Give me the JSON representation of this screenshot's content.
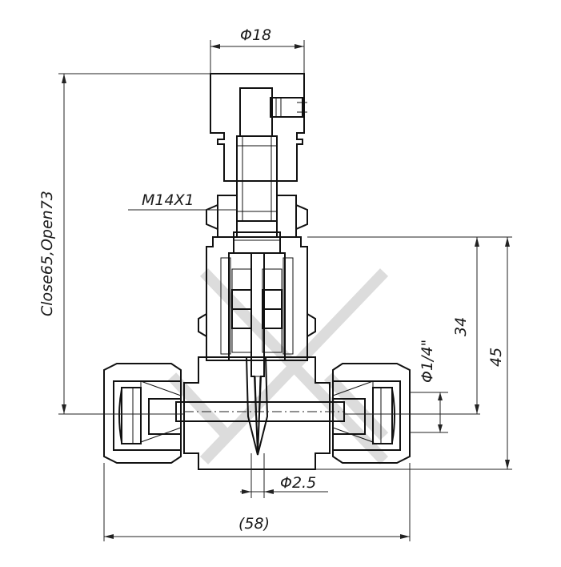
{
  "drawing": {
    "title": "",
    "dimensions": {
      "top_diameter": "Φ18",
      "thread": "M14X1",
      "overall_height": "Close65,Open73",
      "port_size": "Φ1/4\"",
      "height_34": "34",
      "height_45": "45",
      "orifice_diameter": "Φ2.5",
      "overall_width": "(58)"
    },
    "colors": {
      "line": "#111111",
      "hatch": "#555555",
      "knurl": "#333333",
      "background": "#ffffff",
      "watermark": "#dcdcdc"
    }
  }
}
